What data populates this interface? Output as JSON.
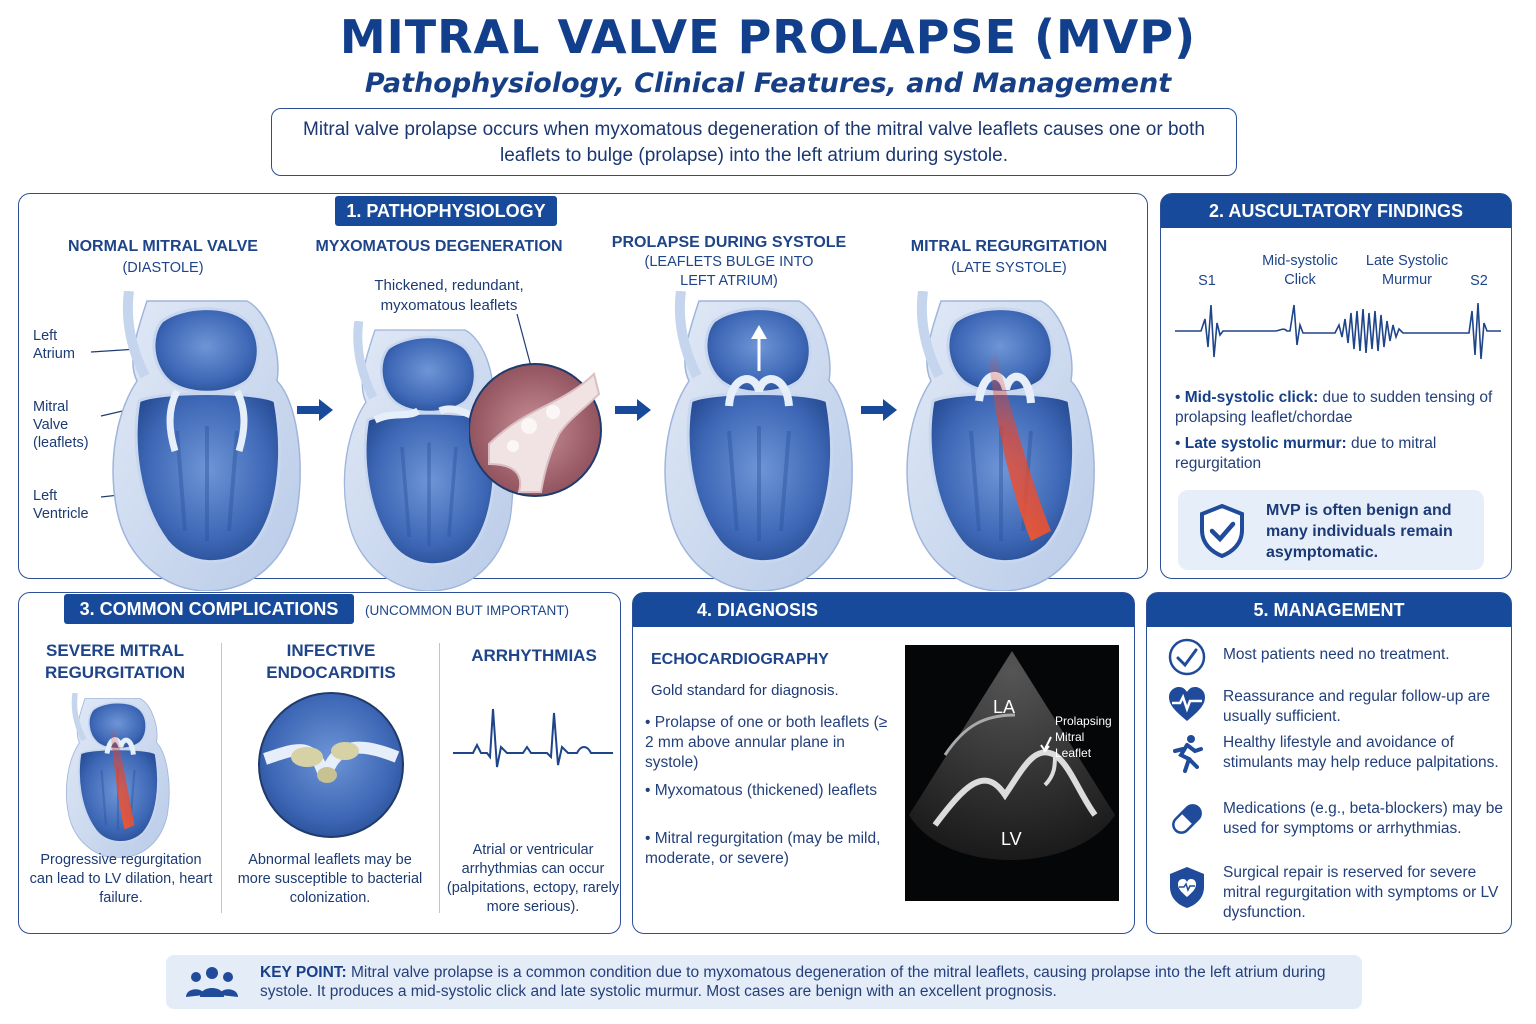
{
  "title": "MITRAL VALVE PROLAPSE (MVP)",
  "subtitle": "Pathophysiology, Clinical Features, and Management",
  "intro": "Mitral valve prolapse occurs when myxomatous degeneration of the mitral valve leaflets causes one or both leaflets to bulge (prolapse) into the left atrium during systole.",
  "patho": {
    "tab": "1. PATHOPHYSIOLOGY",
    "stages": [
      {
        "title": "NORMAL MITRAL VALVE",
        "sub": "(DIASTOLE)"
      },
      {
        "title": "MYXOMATOUS DEGENERATION",
        "sub": ""
      },
      {
        "title": "PROLAPSE DURING SYSTOLE",
        "sub": "(LEAFLETS BULGE INTO LEFT ATRIUM)"
      },
      {
        "title": "MITRAL REGURGITATION",
        "sub": "(LATE SYSTOLE)"
      }
    ],
    "labels": {
      "left_atrium": "Left Atrium",
      "mitral_valve": "Mitral Valve (leaflets)",
      "left_ventricle": "Left Ventricle",
      "myxo": "Thickened, redundant, myxomatous leaflets"
    }
  },
  "ausc": {
    "tab": "2. AUSCULTATORY FINDINGS",
    "wave_labels": {
      "s1": "S1",
      "click": "Mid-systolic Click",
      "murmur": "Late Systolic Murmur",
      "s2": "S2"
    },
    "bullets": [
      {
        "term": "Mid-systolic click:",
        "text": " due to sudden tensing of prolapsing leaflet/chordae"
      },
      {
        "term": "Late systolic murmur:",
        "text": " due to mitral regurgitation"
      }
    ],
    "note": "MVP is often benign and many individuals remain asymptomatic."
  },
  "comp": {
    "tab": "3. COMMON COMPLICATIONS",
    "tab_note": "(UNCOMMON BUT IMPORTANT)",
    "items": [
      {
        "title": "SEVERE MITRAL REGURGITATION",
        "text": "Progressive regurgitation can lead to LV dilation, heart failure."
      },
      {
        "title": "INFECTIVE ENDOCARDITIS",
        "text": "Abnormal leaflets may be more susceptible to bacterial colonization."
      },
      {
        "title": "ARRHYTHMIAS",
        "text": "Atrial or ventricular arrhythmias can occur (palpitations, ectopy, rarely more serious)."
      }
    ]
  },
  "diag": {
    "tab": "4. DIAGNOSIS",
    "heading": "ECHOCARDIOGRAPHY",
    "lead": "Gold standard for diagnosis.",
    "bullets": [
      "Prolapse of one or both leaflets (≥ 2 mm above annular plane in systole)",
      "Myxomatous (thickened) leaflets",
      "Mitral regurgitation (may be mild, moderate, or severe)"
    ],
    "echo_labels": {
      "la": "LA",
      "lv": "LV",
      "prolapsing": "Prolapsing Mitral Leaflet"
    }
  },
  "mgmt": {
    "tab": "5. MANAGEMENT",
    "items": [
      {
        "icon": "check-circle-icon",
        "text": "Most patients need no treatment."
      },
      {
        "icon": "heart-pulse-icon",
        "text": "Reassurance and regular follow-up are usually sufficient."
      },
      {
        "icon": "running-person-icon",
        "text": "Healthy lifestyle and avoidance of stimulants may help reduce palpitations."
      },
      {
        "icon": "pill-icon",
        "text": "Medications (e.g., beta-blockers) may be used for symptoms or arrhythmias."
      },
      {
        "icon": "shield-heart-icon",
        "text": "Surgical repair is reserved for severe mitral regurgitation with symptoms or LV dysfunction."
      }
    ]
  },
  "key_point": {
    "label": "KEY POINT:",
    "text": " Mitral valve prolapse is a common condition due to myxomatous degeneration of the mitral leaflets, causing prolapse into the left atrium during systole. It produces a mid-systolic click and late systolic murmur. Most cases are benign with an excellent prognosis."
  },
  "colors": {
    "brand": "#174a9a",
    "heart": "#3e68b6",
    "regurg": "#e5482a"
  }
}
